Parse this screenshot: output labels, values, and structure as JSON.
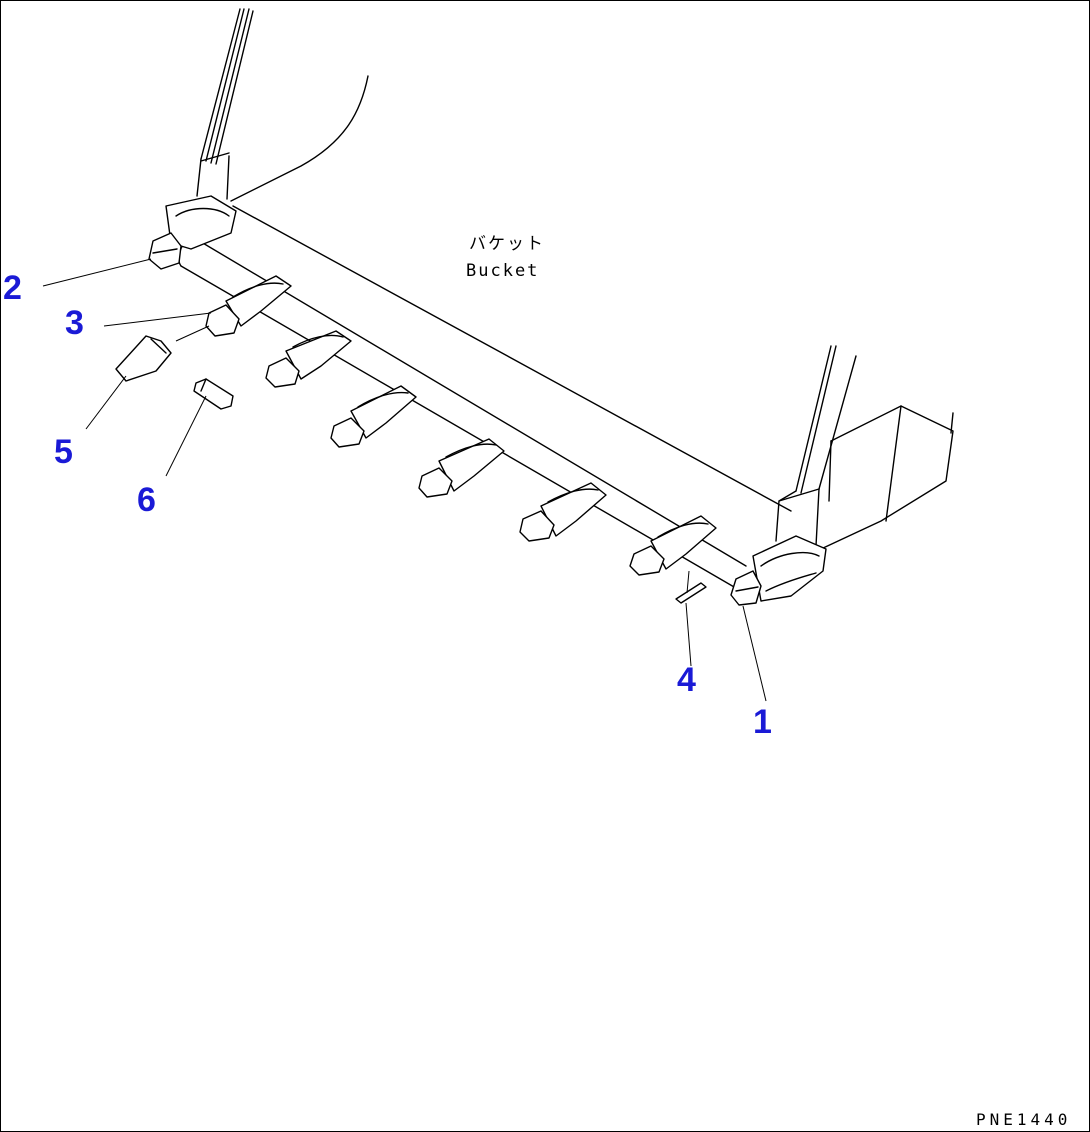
{
  "diagram": {
    "label_jp": "バケット",
    "label_en": "Bucket",
    "drawing_code": "PNE1440",
    "callouts": [
      "1",
      "2",
      "3",
      "4",
      "5",
      "6"
    ]
  },
  "colors": {
    "callout": "#1a1ad6",
    "line": "#000000",
    "background": "#ffffff"
  }
}
